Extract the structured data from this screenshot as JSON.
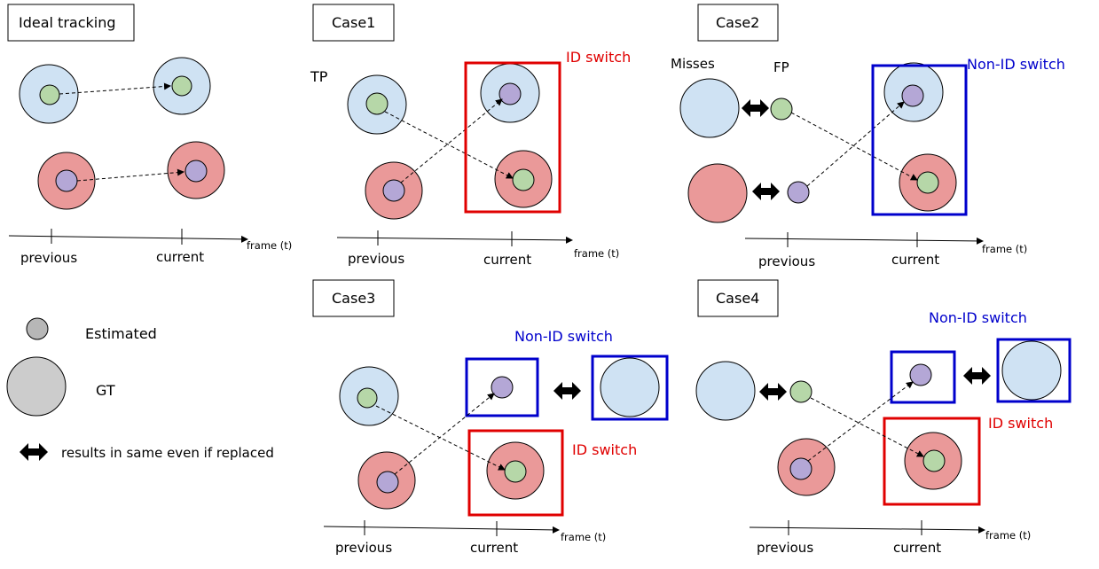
{
  "colors": {
    "gt_blue": "#cfe2f3",
    "gt_red": "#ea9999",
    "estimated_green": "#b6d7a8",
    "estimated_purple": "#b4a7d6",
    "id_switch": "#e00000",
    "non_id_switch": "#0000cc"
  },
  "panels": {
    "ideal": {
      "title": "Ideal tracking",
      "axis_label": "frame (t)",
      "tick_previous": "previous",
      "tick_current": "current"
    },
    "case1": {
      "title": "Case1",
      "tp": "TP",
      "id_switch": "ID switch",
      "axis_label": "frame (t)",
      "tick_previous": "previous",
      "tick_current": "current"
    },
    "case2": {
      "title": "Case2",
      "misses": "Misses",
      "fp": "FP",
      "non_id_switch": "Non-ID switch",
      "axis_label": "frame (t)",
      "tick_previous": "previous",
      "tick_current": "current"
    },
    "case3": {
      "title": "Case3",
      "non_id_switch": "Non-ID switch",
      "id_switch": "ID switch",
      "axis_label": "frame (t)",
      "tick_previous": "previous",
      "tick_current": "current"
    },
    "case4": {
      "title": "Case4",
      "non_id_switch": "Non-ID switch",
      "id_switch": "ID switch",
      "axis_label": "frame (t)",
      "tick_previous": "previous",
      "tick_current": "current"
    }
  },
  "legend": {
    "estimated": "Estimated",
    "gt": "GT",
    "double_arrow": "results in same even if replaced"
  },
  "icons": {
    "double_arrow": "double-headed-arrow-icon"
  }
}
